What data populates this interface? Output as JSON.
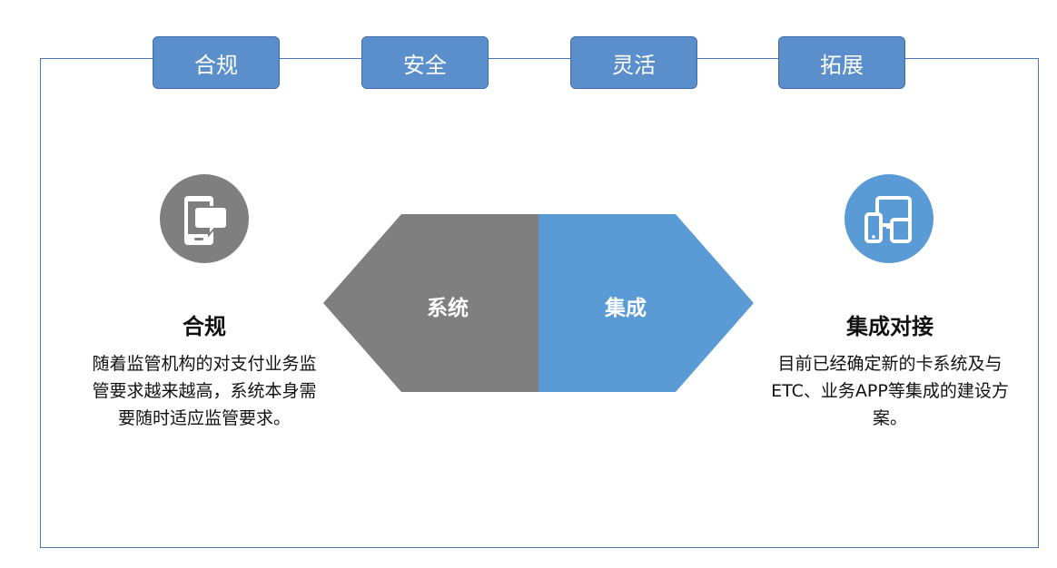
{
  "tabs": [
    "合规",
    "安全",
    "灵活",
    "拓展"
  ],
  "left": {
    "icon": "mobile-chat-icon",
    "title": "合规",
    "text_lines": [
      "随着监管机构的对支付业务监",
      "管要求越来越高，系统本身需",
      "要随时适应监管要求。"
    ]
  },
  "right": {
    "icon": "multi-device-icon",
    "title": "集成对接",
    "text_lines": [
      "目前已经确定新的卡系统及与",
      "ETC、业务APP等集成的建设方",
      "案。"
    ]
  },
  "center": {
    "left_label": "系统",
    "right_label": "集成"
  },
  "colors": {
    "accent_blue": "#5b9bd5",
    "gray": "#7f7f7f",
    "frame": "#4a76b5"
  }
}
